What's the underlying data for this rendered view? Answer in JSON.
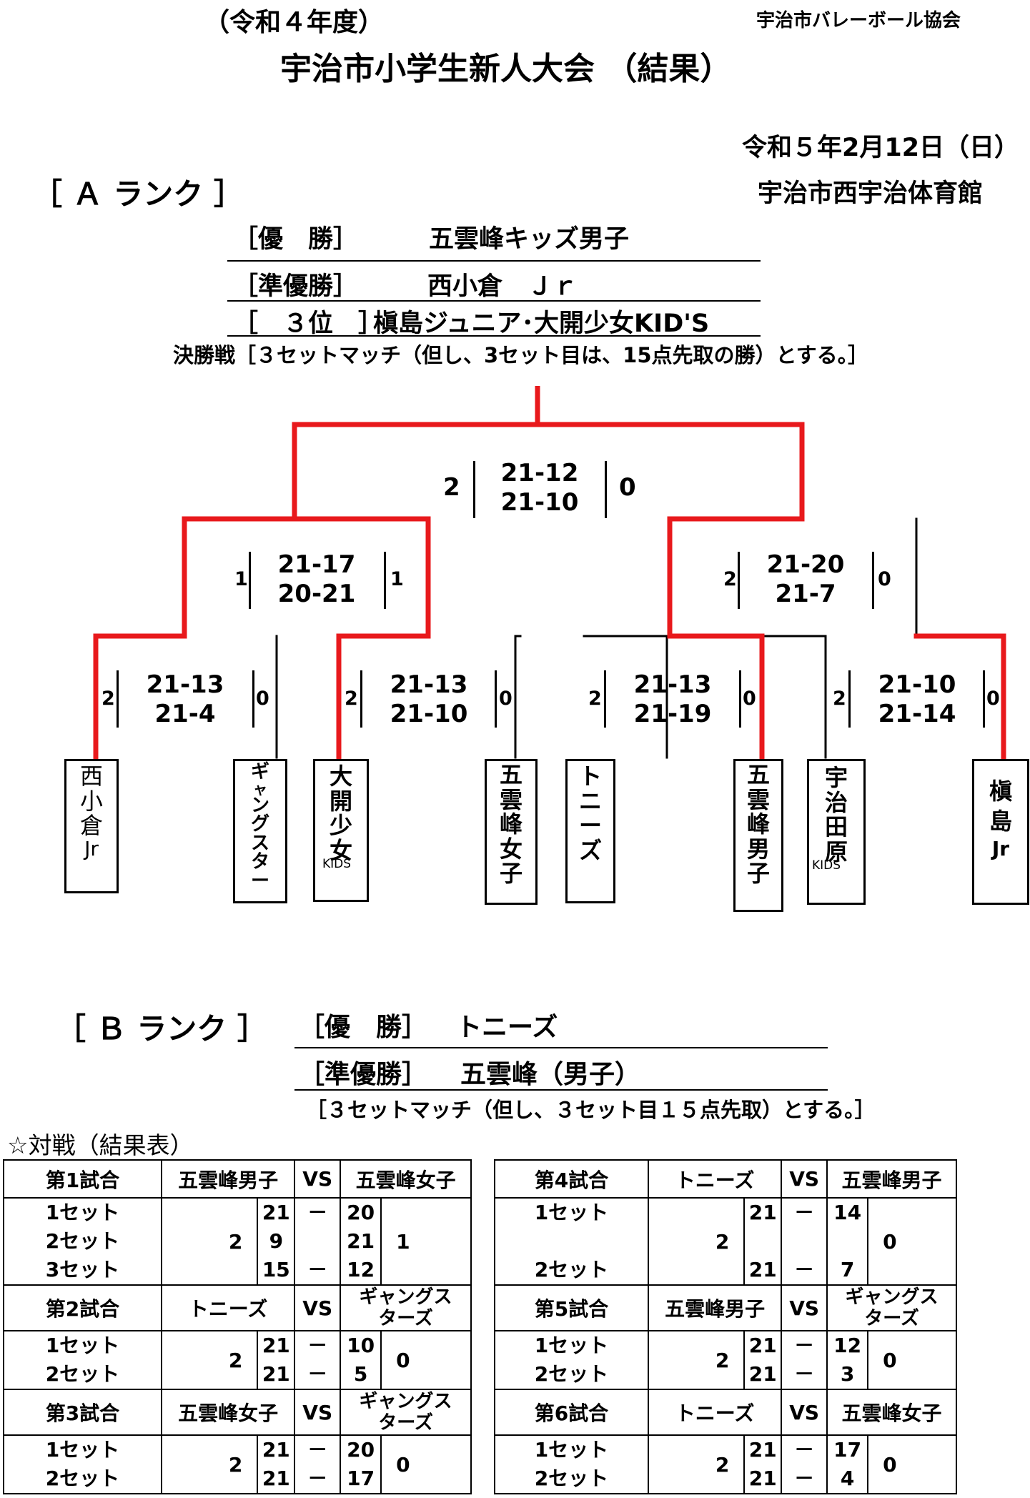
{
  "header": {
    "era_year": "（令和４年度）",
    "association": "宇治市バレーボール協会",
    "title": "宇治市小学生新人大会 （結果）",
    "date": "令和５年2月12日（日）",
    "venue": "宇治市西宇治体育館"
  },
  "rank_a": {
    "heading": "［ Ａ ランク ］",
    "winner_label": "［優　勝］",
    "winner": "五雲峰キッズ男子",
    "runner_up_label": "［準優勝］",
    "runner_up": "西小倉　Ｊｒ",
    "third_label": "［　３位　］",
    "third": "槇島ジュニア･大開少女KID'S",
    "rule": "決勝戦［３セットマッチ（但し、3セット目は、15点先取の勝）とする。］",
    "bracket": {
      "final": {
        "left_sets": "2",
        "right_sets": "0",
        "scores": [
          "21-12",
          "21-10"
        ]
      },
      "semi_left": {
        "left_sets": "1",
        "right_sets": "1",
        "scores": [
          "21-17",
          "20-21"
        ]
      },
      "semi_right": {
        "left_sets": "2",
        "right_sets": "0",
        "scores": [
          "21-20",
          "21-7"
        ]
      },
      "r1": [
        {
          "left_sets": "2",
          "right_sets": "0",
          "scores": [
            "21-13",
            "21-4"
          ]
        },
        {
          "left_sets": "2",
          "right_sets": "0",
          "scores": [
            "21-13",
            "21-10"
          ]
        },
        {
          "left_sets": "2",
          "right_sets": "0",
          "scores": [
            "21-13",
            "21-19"
          ]
        },
        {
          "left_sets": "2",
          "right_sets": "0",
          "scores": [
            "21-10",
            "21-14"
          ]
        }
      ],
      "teams": [
        {
          "chars": [
            "西",
            "小",
            "倉",
            "Jr"
          ],
          "sub": ""
        },
        {
          "chars": [
            "ギ",
            "ャ",
            "ン",
            "グ",
            "ス",
            "タ",
            "ー"
          ],
          "sub": ""
        },
        {
          "chars": [
            "大",
            "開",
            "少",
            "女"
          ],
          "sub": "KIDS"
        },
        {
          "chars": [
            "五",
            "雲",
            "峰",
            "女",
            "子"
          ],
          "sub": ""
        },
        {
          "chars": [
            "ト",
            "ニ",
            "ー",
            "ズ"
          ],
          "sub": ""
        },
        {
          "chars": [
            "五",
            "雲",
            "峰",
            "男",
            "子"
          ],
          "sub": ""
        },
        {
          "chars": [
            "宇",
            "治",
            "田",
            "原"
          ],
          "sub": "KIDS"
        },
        {
          "chars": [
            "槇",
            "島",
            "Jr"
          ],
          "sub": ""
        }
      ]
    }
  },
  "rank_b": {
    "heading": "［ Ｂ ランク ］",
    "winner_label": "［優　勝］",
    "winner": "トニーズ",
    "runner_up_label": "［準優勝］",
    "runner_up": "五雲峰（男子）",
    "rule": "［３セットマッチ（但し、３セット目１５点先取）とする。］",
    "table_title": "☆対戦（結果表）",
    "vs": "VS",
    "dash": "－",
    "matches": [
      {
        "label": "第1試合",
        "team1": "五雲峰男子",
        "team2": "五雲峰女子",
        "sets": [
          {
            "label": "1セット",
            "s1": "21",
            "dash": "－",
            "s2": "20"
          },
          {
            "label": "2セット",
            "s1": "9",
            "dash": "",
            "s2": "21"
          },
          {
            "label": "3セット",
            "s1": "15",
            "dash": "－",
            "s2": "12"
          }
        ],
        "total1": "2",
        "total2": "1"
      },
      {
        "label": "第2試合",
        "team1": "トニーズ",
        "team2": "ギャングスターズ",
        "sets": [
          {
            "label": "1セット",
            "s1": "21",
            "dash": "－",
            "s2": "10"
          },
          {
            "label": "2セット",
            "s1": "21",
            "dash": "－",
            "s2": "5"
          }
        ],
        "total1": "2",
        "total2": "0"
      },
      {
        "label": "第3試合",
        "team1": "五雲峰女子",
        "team2": "ギャングスターズ",
        "sets": [
          {
            "label": "1セット",
            "s1": "21",
            "dash": "－",
            "s2": "20"
          },
          {
            "label": "2セット",
            "s1": "21",
            "dash": "－",
            "s2": "17"
          }
        ],
        "total1": "2",
        "total2": "0"
      },
      {
        "label": "第4試合",
        "team1": "トニーズ",
        "team2": "五雲峰男子",
        "sets": [
          {
            "label": "1セット",
            "s1": "21",
            "dash": "－",
            "s2": "14"
          },
          {
            "label": "2セット",
            "s1": "21",
            "dash": "－",
            "s2": "7"
          }
        ],
        "total1": "2",
        "total2": "0"
      },
      {
        "label": "第5試合",
        "team1": "五雲峰男子",
        "team2": "ギャングスターズ",
        "sets": [
          {
            "label": "1セット",
            "s1": "21",
            "dash": "－",
            "s2": "12"
          },
          {
            "label": "2セット",
            "s1": "21",
            "dash": "－",
            "s2": "3"
          }
        ],
        "total1": "2",
        "total2": "0"
      },
      {
        "label": "第6試合",
        "team1": "トニーズ",
        "team2": "五雲峰女子",
        "sets": [
          {
            "label": "1セット",
            "s1": "21",
            "dash": "－",
            "s2": "17"
          },
          {
            "label": "2セット",
            "s1": "21",
            "dash": "－",
            "s2": "4"
          }
        ],
        "total1": "2",
        "total2": "0"
      }
    ]
  },
  "colors": {
    "winner_line": "#e8191c",
    "line": "#000000"
  }
}
